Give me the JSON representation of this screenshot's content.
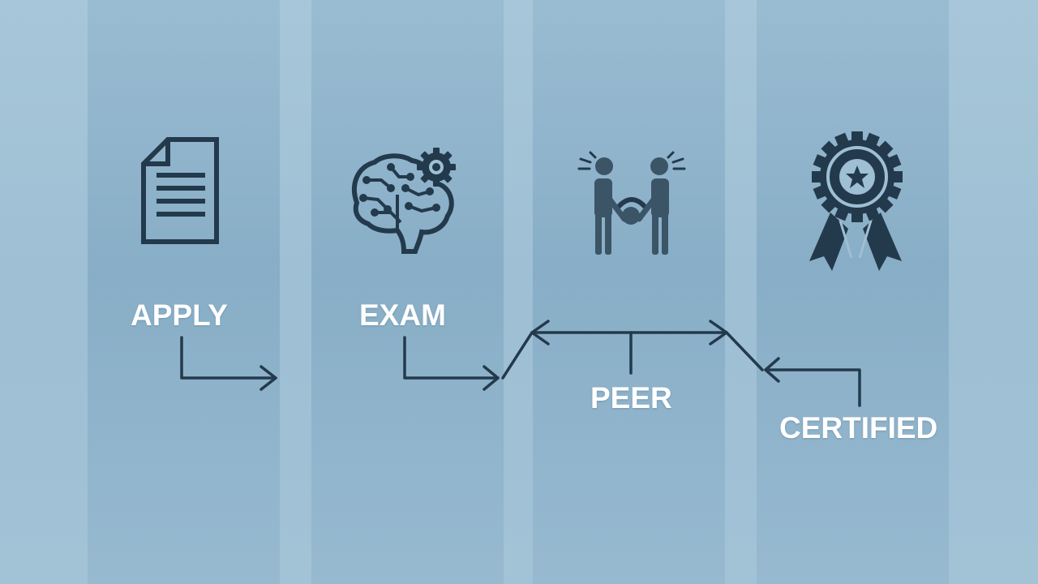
{
  "steps": [
    {
      "label": "APPLY",
      "icon": "document-icon"
    },
    {
      "label": "EXAM",
      "icon": "brain-gear-icon"
    },
    {
      "label": "PEER",
      "icon": "peer-review-icon"
    },
    {
      "label": "CERTIFIED",
      "icon": "award-ribbon-icon"
    }
  ],
  "colors": {
    "background": "#a3c3d7",
    "panel": "#7fa8c3",
    "ink": "#233a4c",
    "text": "#ffffff"
  }
}
